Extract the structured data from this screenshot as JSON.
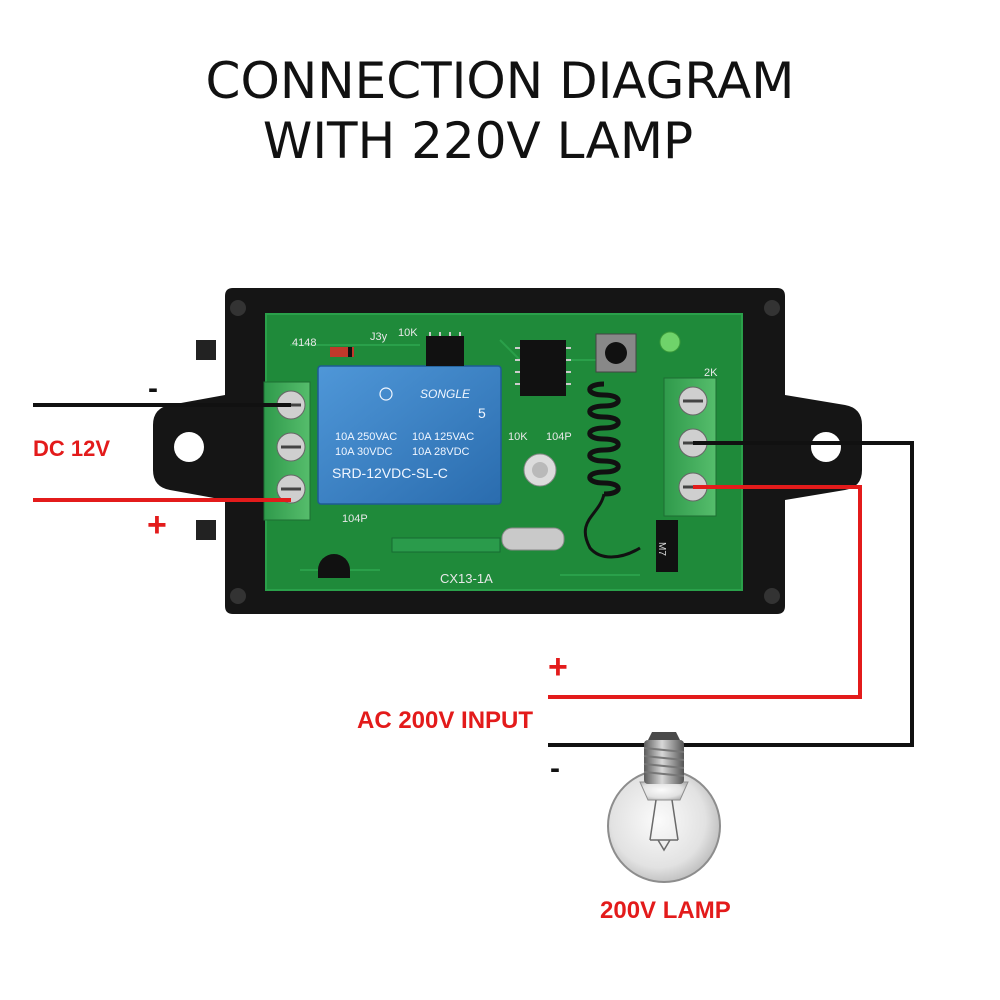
{
  "title": {
    "line1": "CONNECTION DIAGRAM",
    "line2": "WITH 220V LAMP"
  },
  "labels": {
    "dc": "DC 12V",
    "ac": "AC 200V INPUT",
    "lamp": "200V LAMP",
    "plus": "+",
    "minus": "-"
  },
  "relay": {
    "brand": "SONGLE",
    "cert_number": "5",
    "rating_left_1": "10A 250VAC",
    "rating_left_2": "10A  30VDC",
    "rating_right_1": "10A 125VAC",
    "rating_right_2": "10A  28VDC",
    "model": "SRD-12VDC-SL-C"
  },
  "pcb": {
    "diode_label": "4148",
    "cap_label": "104P",
    "res_label_1": "10K",
    "res_label_2": "10K",
    "res_label_3": "2K",
    "silk_j": "J3y",
    "silk_bottom": "CX13-1A",
    "silk_m7": "M7",
    "silk_cap2": "104P"
  },
  "colors": {
    "wire_red": "#e31b1b",
    "wire_black": "#111111",
    "pcb_green": "#1f8a3a",
    "terminal_green": "#3fae5a",
    "relay_blue": "#3b82c4",
    "label_red": "#e31b1b"
  },
  "icons": {
    "lamp": "light-bulb-icon",
    "relay": "relay-icon",
    "antenna": "coil-antenna-icon"
  }
}
